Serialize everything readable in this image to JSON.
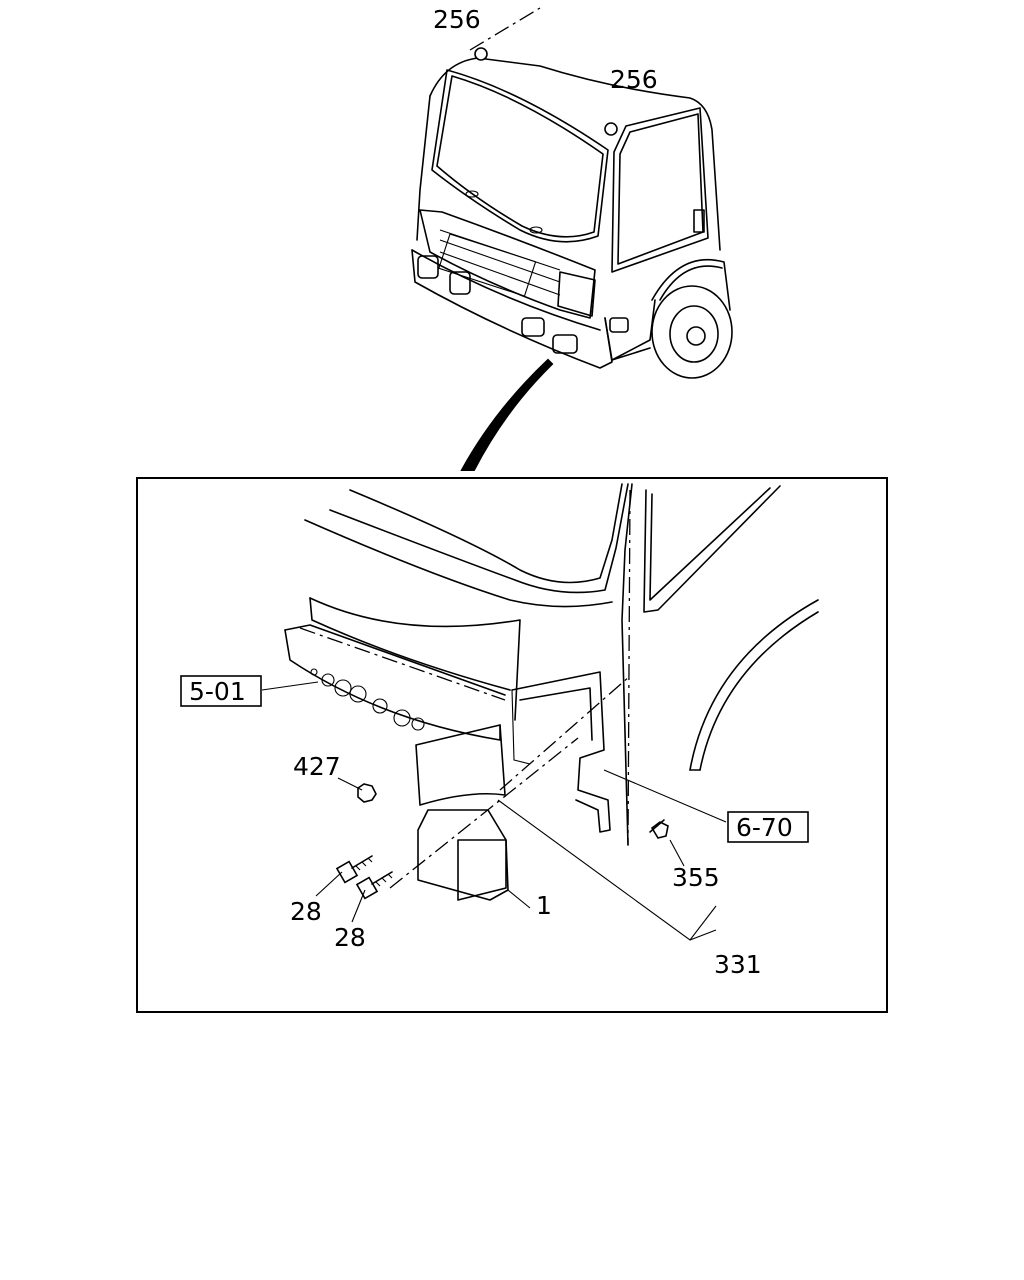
{
  "callouts": {
    "top_left": "256",
    "top_right": "256",
    "ref_front_panel": "5-01",
    "part_427": "427",
    "ref_fender": "6-70",
    "part_355": "355",
    "part_28a": "28",
    "part_28b": "28",
    "part_1": "1",
    "part_331": "331"
  }
}
